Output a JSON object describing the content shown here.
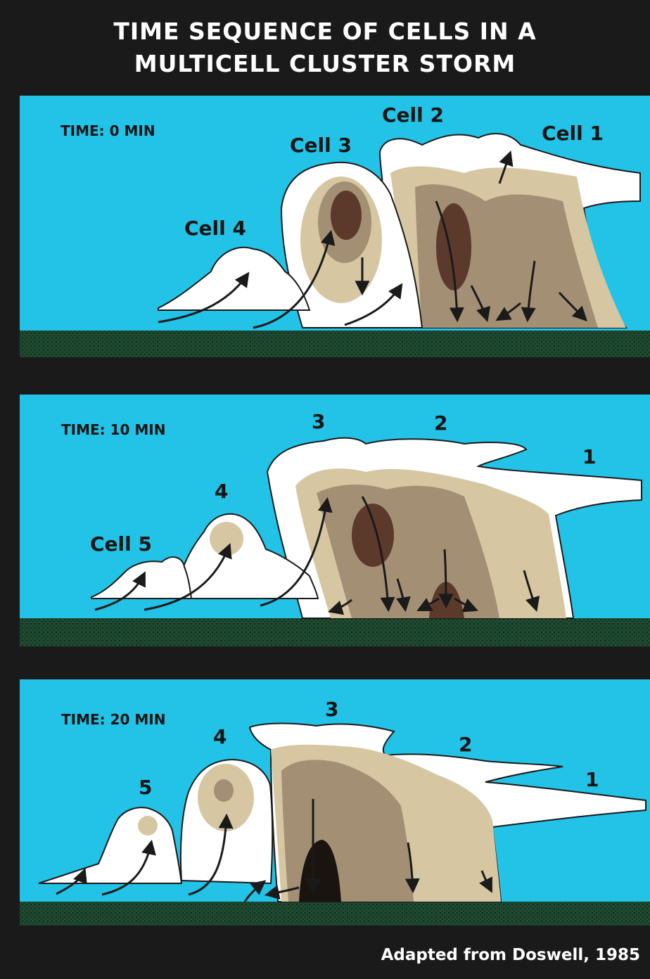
{
  "title": {
    "line1": "TIME SEQUENCE OF CELLS IN A",
    "line2": "MULTICELL CLUSTER STORM"
  },
  "panels": [
    {
      "time_label": "TIME: 0 MIN",
      "cell_labels": [
        "Cell 1",
        "Cell 2",
        "Cell 3",
        "Cell 4"
      ]
    },
    {
      "time_label": "TIME: 10 MIN",
      "cell_labels": [
        "1",
        "2",
        "3",
        "4",
        "Cell 5"
      ]
    },
    {
      "time_label": "TIME: 20 MIN",
      "cell_labels": [
        "1",
        "2",
        "3",
        "4",
        "5"
      ]
    }
  ],
  "credit": "Adapted from Doswell, 1985",
  "colors": {
    "sky": "#22c3e6",
    "cloud": "#ffffff",
    "light_precip": "#d7c6a2",
    "moderate_precip": "#a38f74",
    "heavy_precip": "#5b3a2c",
    "ground": "#1f4a31",
    "background": "#1a1a1a"
  }
}
